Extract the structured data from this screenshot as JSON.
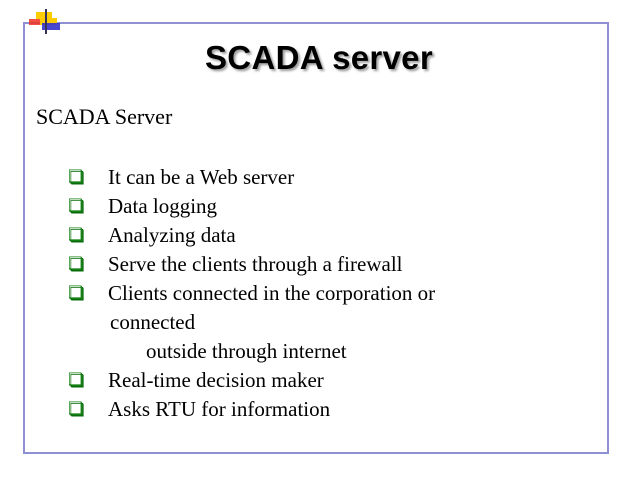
{
  "slide": {
    "title": "SCADA server",
    "subhead": "SCADA Server",
    "bullet_glyph": "❑",
    "colors": {
      "frame_border": "#8f8fd4",
      "bullet_green": "#128012",
      "title_text": "#000000",
      "body_text": "#000000",
      "background": "#ffffff",
      "logo_yellow": "#ffcc00",
      "logo_red": "#ee3322",
      "logo_blue": "#3333cc",
      "logo_bar": "#333355"
    },
    "lines": [
      {
        "kind": "bullet",
        "text": "It can be a Web server"
      },
      {
        "kind": "bullet",
        "text": "Data logging"
      },
      {
        "kind": "bullet",
        "text": "Analyzing data"
      },
      {
        "kind": "bullet",
        "text": "Serve the clients through a firewall"
      },
      {
        "kind": "bullet",
        "text": "Clients connected in the corporation or"
      },
      {
        "kind": "continuation",
        "indent": 1,
        "text": "connected"
      },
      {
        "kind": "continuation",
        "indent": 2,
        "text": "outside through internet"
      },
      {
        "kind": "bullet",
        "text": "Real-time decision maker"
      },
      {
        "kind": "bullet",
        "text": "Asks RTU for information"
      }
    ]
  }
}
